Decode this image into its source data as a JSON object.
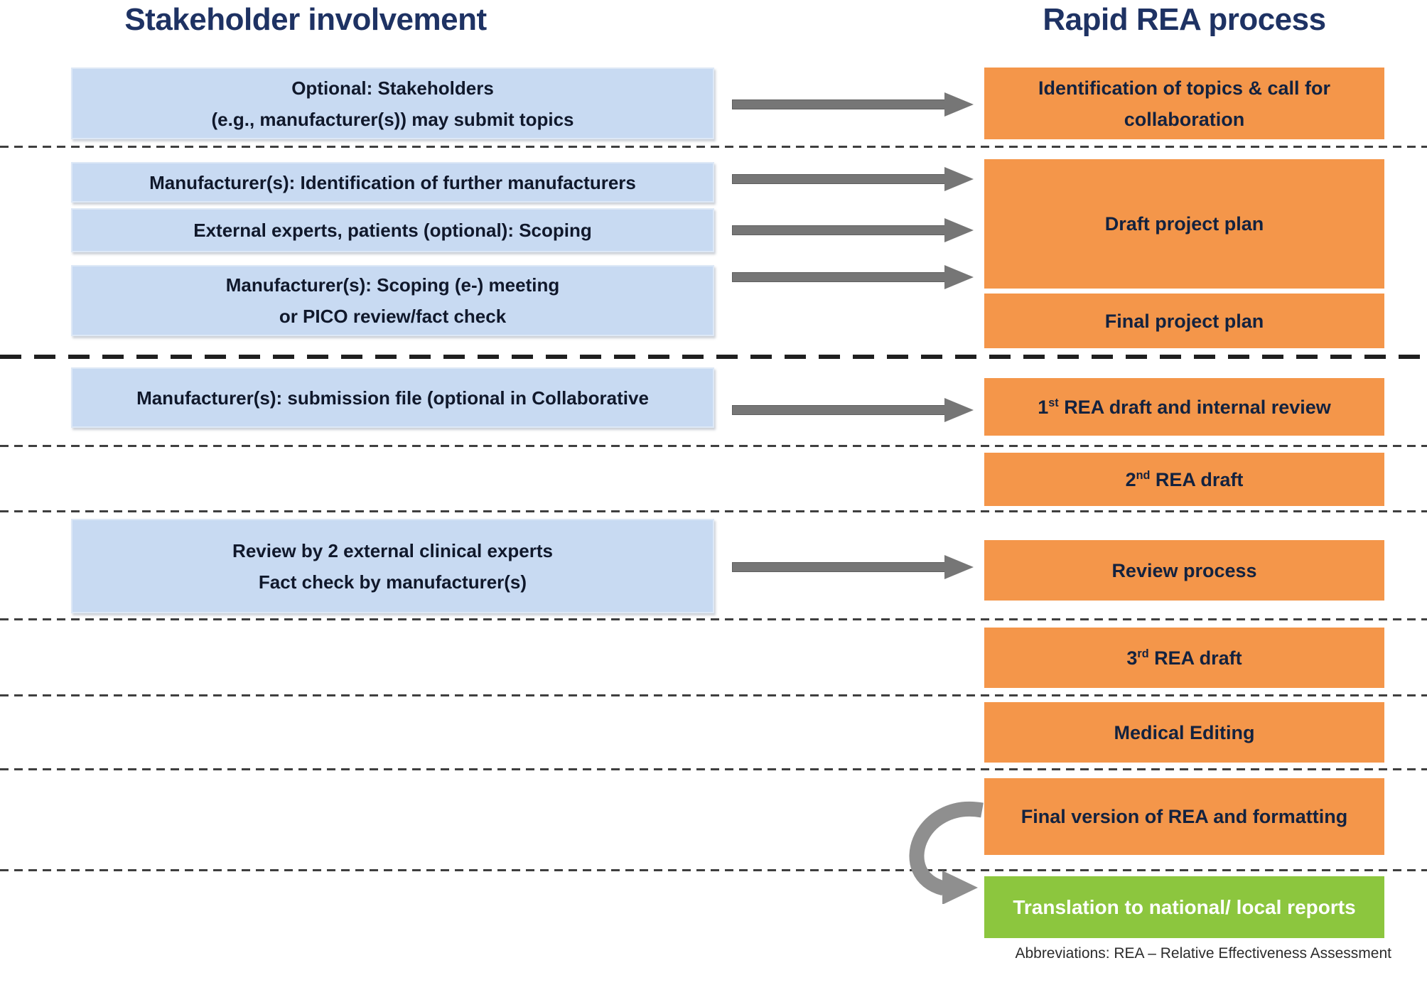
{
  "titles": {
    "left": "Stakeholder involvement",
    "right": "Rapid REA process"
  },
  "stakeholder_boxes": [
    {
      "line1": "Optional: Stakeholders",
      "line2": "(e.g., manufacturer(s)) may submit topics"
    },
    {
      "line1": "Manufacturer(s): Identification of further manufacturers"
    },
    {
      "line1": "External experts, patients (optional): Scoping"
    },
    {
      "line1": "Manufacturer(s): Scoping (e-) meeting",
      "line2": "or PICO review/fact check"
    },
    {
      "line1": "Manufacturer(s): submission file (optional in Collaborative"
    },
    {
      "line1": "Review by 2 external clinical experts",
      "line2": "Fact check by manufacturer(s)"
    }
  ],
  "process_boxes": [
    {
      "line1": "Identification of topics & call for",
      "line2": "collaboration"
    },
    {
      "line1": "Draft project plan"
    },
    {
      "line1": "Final project plan"
    },
    {
      "num": "1",
      "ord": "st",
      "rest": "REA draft and internal review"
    },
    {
      "num": "2",
      "ord": "nd",
      "rest": "REA draft"
    },
    {
      "line1": "Review process"
    },
    {
      "num": "3",
      "ord": "rd",
      "rest": "REA draft"
    },
    {
      "line1": "Medical Editing"
    },
    {
      "line1": "Final version of REA and formatting"
    },
    {
      "line1": "Translation to national/ local reports"
    }
  ],
  "footnote": "Abbreviations: REA – Relative Effectiveness Assessment",
  "colors": {
    "blue_box": "#c8daf2",
    "orange_box": "#f4964a",
    "green_box": "#8cc63e",
    "title_color": "#1e3263",
    "dark_text": "#10182b",
    "arrow_color": "#767676",
    "arrow_edge": "#5e5e5e",
    "curve_color": "#8f8f8f",
    "dash_thin": "#3f3f3f",
    "dash_thick": "#1f1f1f"
  }
}
